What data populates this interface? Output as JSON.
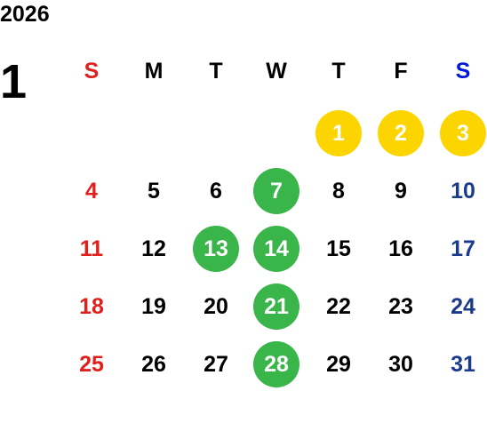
{
  "year": "2026",
  "month": "1",
  "colors": {
    "sunday": "#e0201d",
    "saturday_header": "#0019d9",
    "saturday": "#1a3a8c",
    "weekday": "#000000",
    "holiday_circle": "#fcd500",
    "highlight_circle": "#39b54a",
    "circle_text": "#ffffff"
  },
  "weekdays": [
    "S",
    "M",
    "T",
    "W",
    "T",
    "F",
    "S"
  ],
  "weeks": [
    [
      null,
      null,
      null,
      null,
      {
        "day": "1",
        "mark": "holiday"
      },
      {
        "day": "2",
        "mark": "holiday"
      },
      {
        "day": "3",
        "mark": "holiday"
      }
    ],
    [
      {
        "day": "4"
      },
      {
        "day": "5"
      },
      {
        "day": "6"
      },
      {
        "day": "7",
        "mark": "highlight"
      },
      {
        "day": "8"
      },
      {
        "day": "9"
      },
      {
        "day": "10"
      }
    ],
    [
      {
        "day": "11"
      },
      {
        "day": "12"
      },
      {
        "day": "13",
        "mark": "highlight"
      },
      {
        "day": "14",
        "mark": "highlight"
      },
      {
        "day": "15"
      },
      {
        "day": "16"
      },
      {
        "day": "17"
      }
    ],
    [
      {
        "day": "18"
      },
      {
        "day": "19"
      },
      {
        "day": "20"
      },
      {
        "day": "21",
        "mark": "highlight"
      },
      {
        "day": "22"
      },
      {
        "day": "23"
      },
      {
        "day": "24"
      }
    ],
    [
      {
        "day": "25"
      },
      {
        "day": "26"
      },
      {
        "day": "27"
      },
      {
        "day": "28",
        "mark": "highlight"
      },
      {
        "day": "29"
      },
      {
        "day": "30"
      },
      {
        "day": "31"
      }
    ]
  ]
}
